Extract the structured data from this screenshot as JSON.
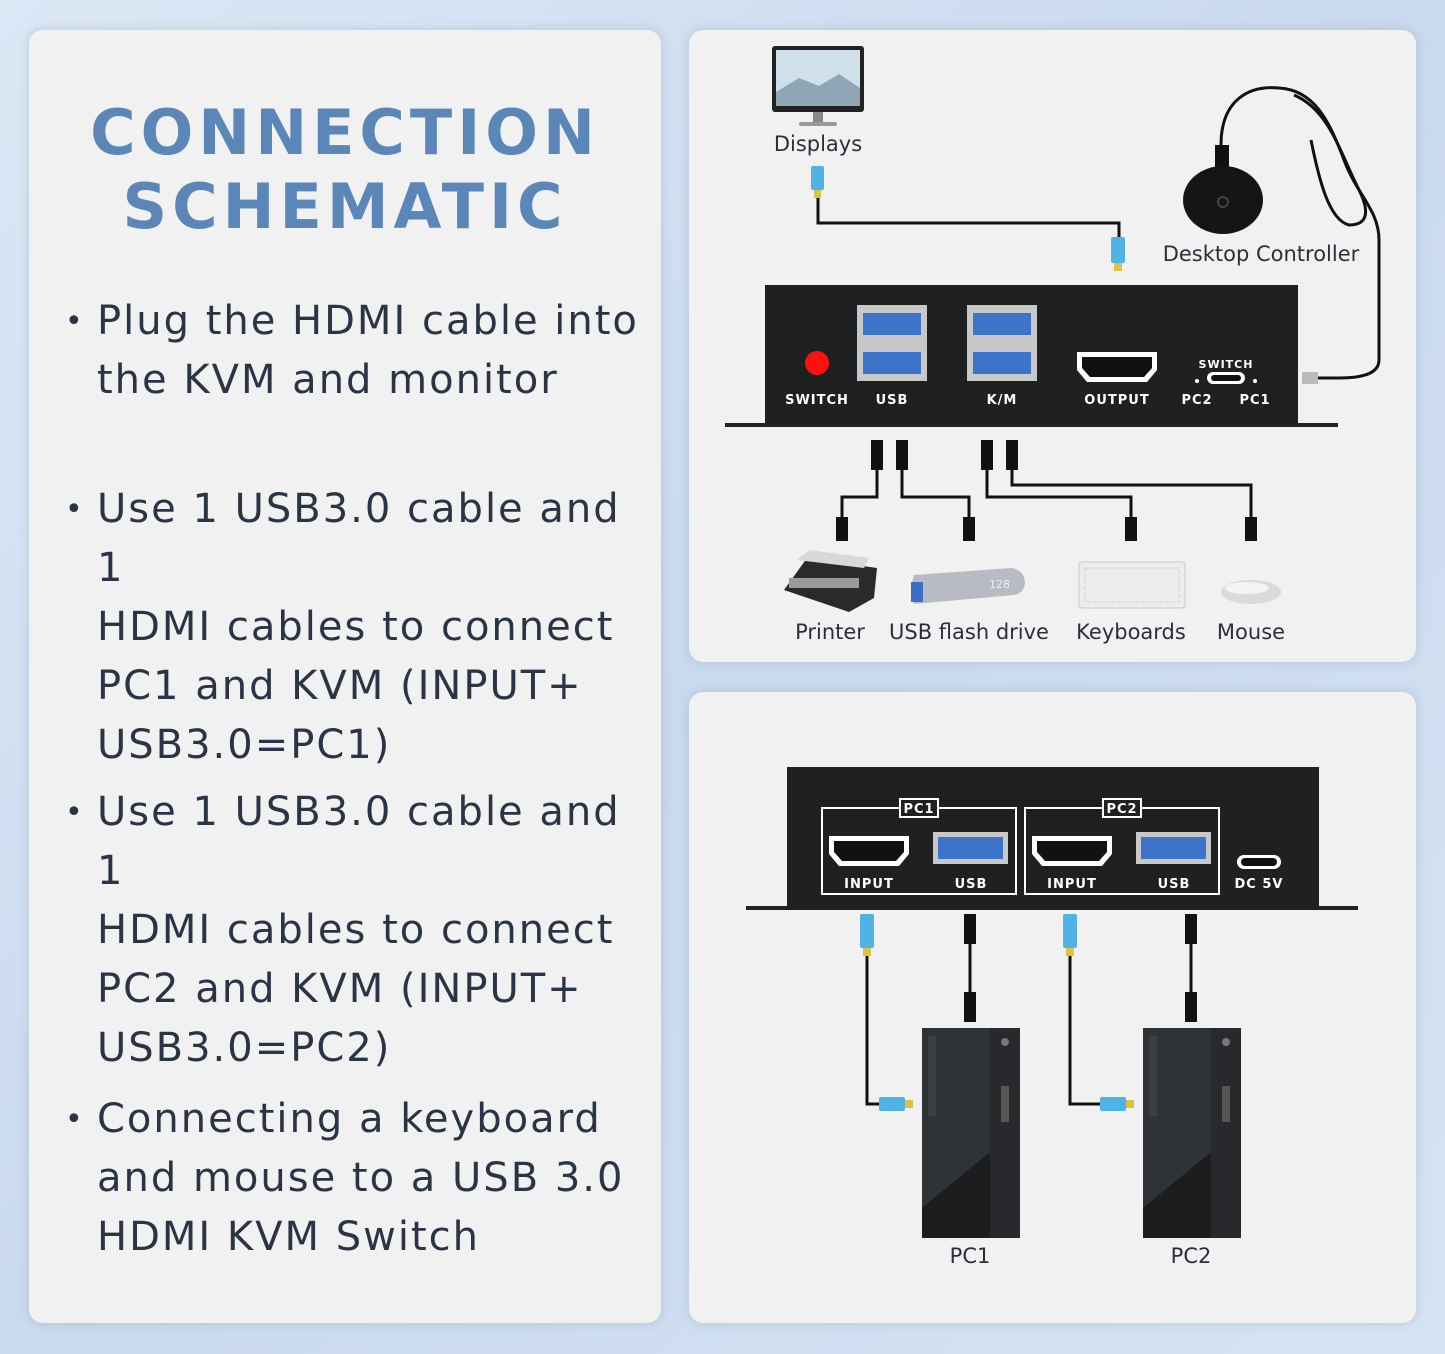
{
  "title": {
    "line1": "CONNECTION",
    "line2": "SCHEMATIC"
  },
  "bullets": [
    {
      "line1": "Plug the HDMI cable into",
      "line2": "the KVM and monitor"
    },
    {
      "line1": "Use 1 USB3.0 cable and 1",
      "line2": "HDMI cables to connect",
      "line3": "PC1 and  KVM (INPUT+",
      "line4": "USB3.0=PC1)"
    },
    {
      "line1": "Use 1 USB3.0 cable and 1",
      "line2": "HDMI cables to connect",
      "line3": "PC2 and KVM (INPUT+",
      "line4": "USB3.0=PC2)"
    },
    {
      "line1": "Connecting a keyboard",
      "line2": "and mouse to a USB 3.0",
      "line3": "HDMI KVM Switch"
    }
  ],
  "top_diagram": {
    "displays": "Displays",
    "desktop_controller": "Desktop Controller",
    "ports": {
      "switch": "SWITCH",
      "usb": "USB",
      "km": "K/M",
      "output": "OUTPUT",
      "switch_small": "SWITCH",
      "pc2": "PC2",
      "pc1": "PC1"
    },
    "devices": {
      "printer": "Printer",
      "usb_flash": "USB flash drive",
      "keyboards": "Keyboards",
      "mouse": "Mouse"
    },
    "flash_capacity": "128"
  },
  "bottom_diagram": {
    "group1": "PC1",
    "group2": "PC2",
    "ports": {
      "input1": "INPUT",
      "usb1": "USB",
      "input2": "INPUT",
      "usb2": "USB",
      "dc": "DC 5V"
    },
    "pc1": "PC1",
    "pc2": "PC2"
  },
  "colors": {
    "title": "#5b86b8",
    "text": "#2a3446",
    "hdmi_cable": "#4fb3e6",
    "device": "#1f2022",
    "led": "#ff1010"
  }
}
